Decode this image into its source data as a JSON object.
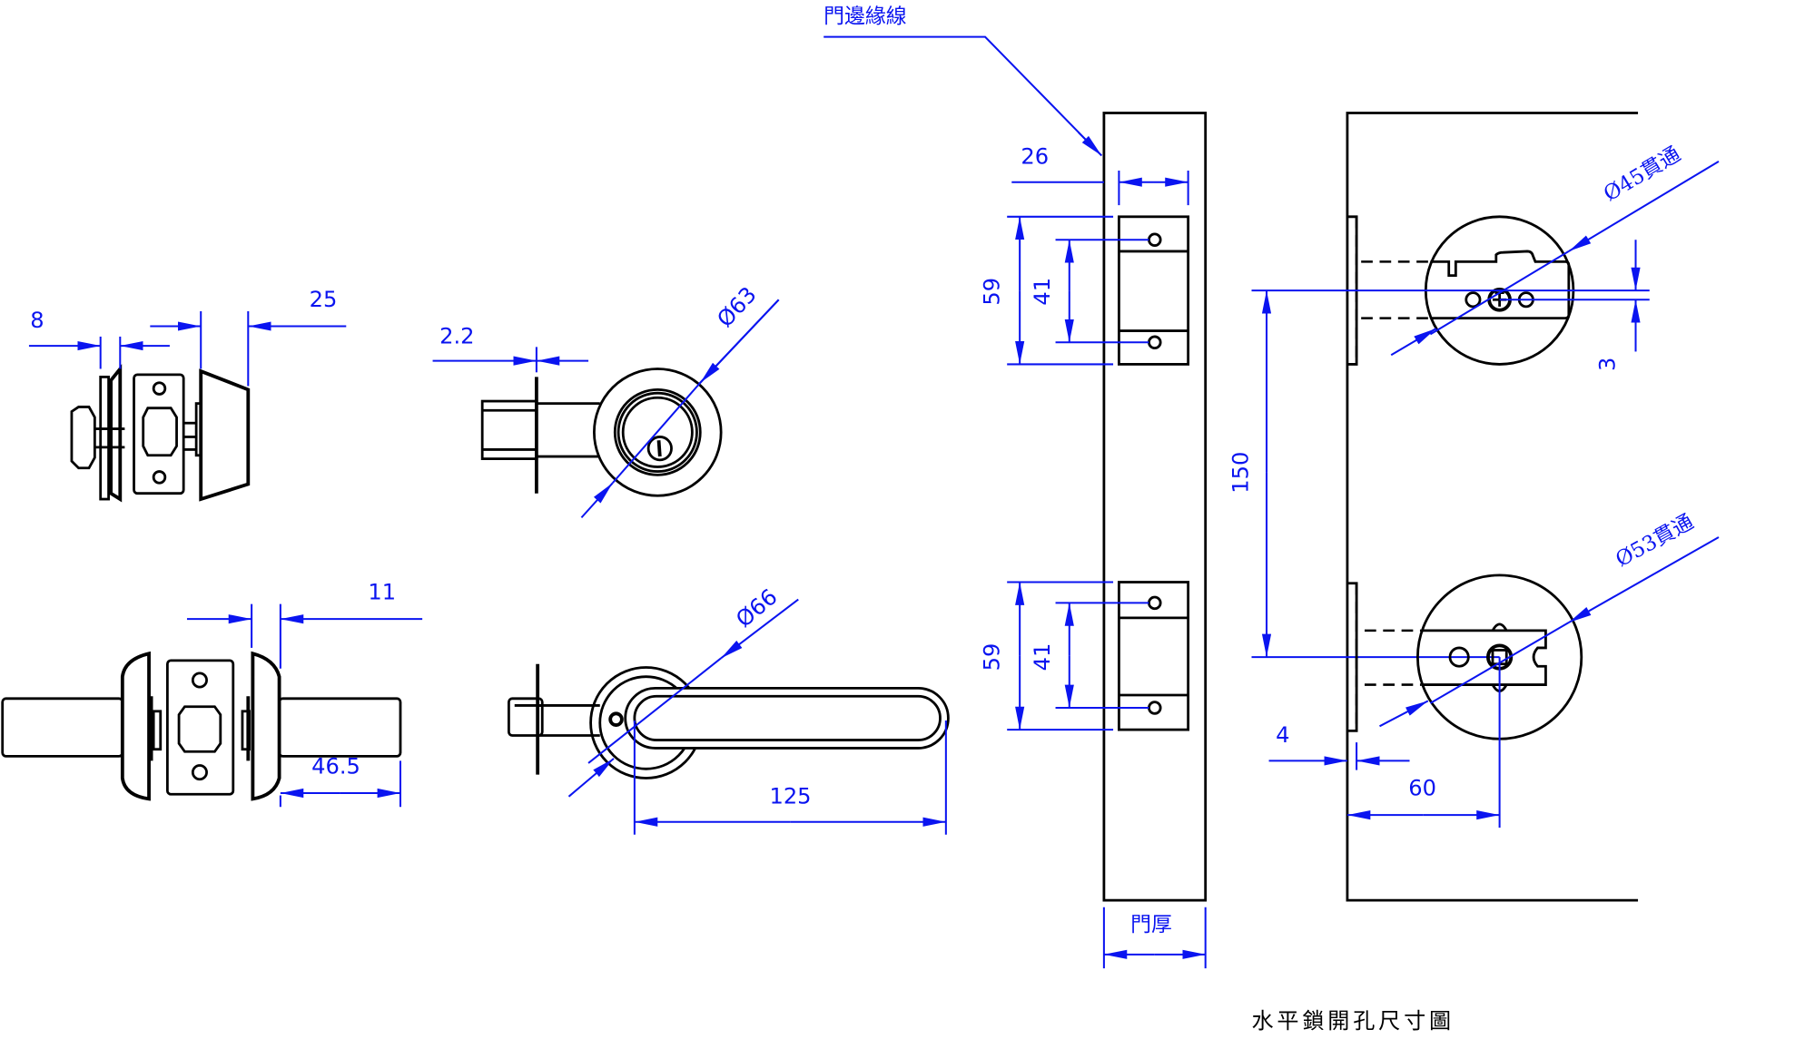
{
  "title": "水平鎖開孔尺寸圖",
  "colors": {
    "dimension": "#0a14f0",
    "outline": "#000000",
    "background": "#ffffff"
  },
  "views": {
    "deadbolt_side": {
      "dims": {
        "thumbturn_plate": "8",
        "cylinder_depth": "25"
      }
    },
    "deadbolt_front": {
      "dims": {
        "plate_thickness": "2.2",
        "rose_diameter": "Ø63"
      }
    },
    "knob_side": {
      "dims": {
        "rose_thickness": "11",
        "knob_length": "46.5"
      }
    },
    "lever_front": {
      "dims": {
        "rose_diameter": "Ø66",
        "lever_length": "125"
      }
    },
    "door_edge": {
      "edge_label": "門邊緣線",
      "faceplate_width": "26",
      "upper": {
        "plate_height": "59",
        "screw_spacing": "41"
      },
      "lower": {
        "plate_height": "59",
        "screw_spacing": "41"
      },
      "thickness_label": "門厚"
    },
    "door_face": {
      "hole_spacing": "150",
      "upper_bore": "Ø45貫通",
      "upper_offset": "3",
      "lower_bore": "Ø53貫通",
      "edge_offset": "4",
      "backset": "60"
    }
  }
}
